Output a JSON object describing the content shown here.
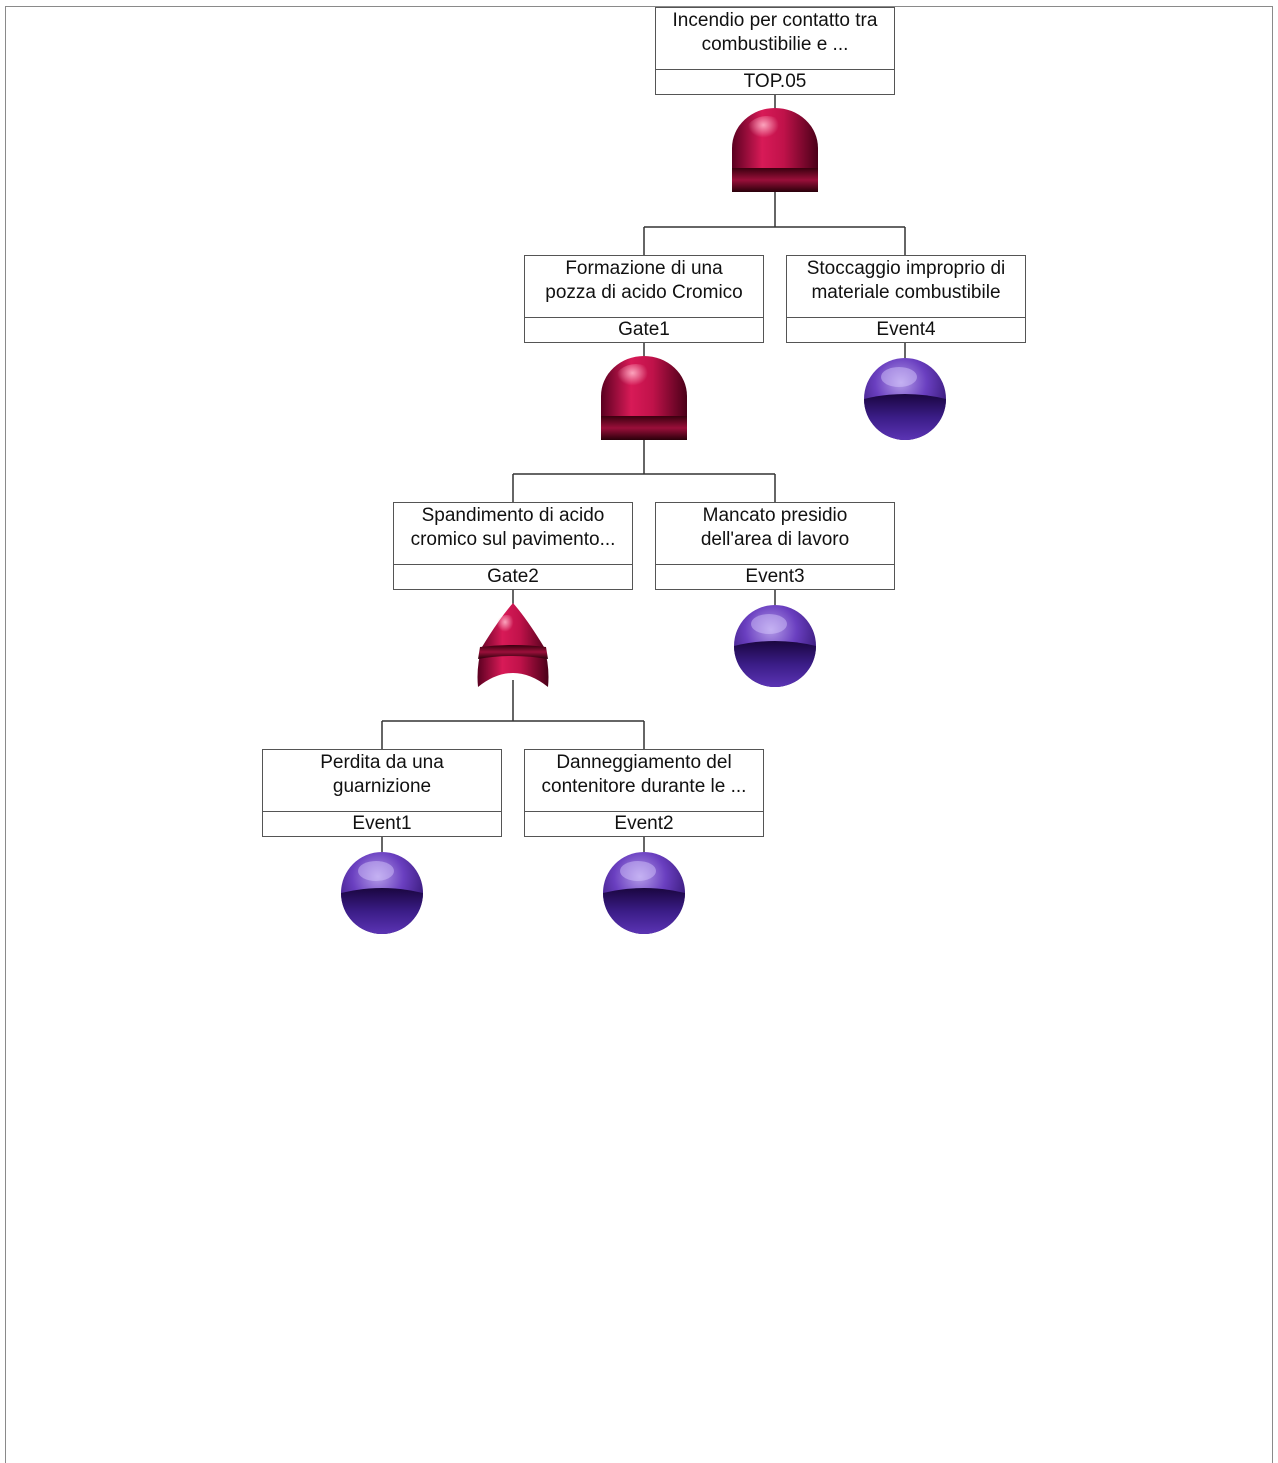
{
  "tree": {
    "nodes": [
      {
        "key": "top",
        "description": "Incendio per contatto tra\ncombustibilie e ...",
        "id_label": "TOP.05"
      },
      {
        "key": "gate1",
        "description": "Formazione di una\npozza di acido Cromico",
        "id_label": "Gate1"
      },
      {
        "key": "event4",
        "description": "Stoccaggio improprio di\nmateriale combustibile",
        "id_label": "Event4"
      },
      {
        "key": "gate2",
        "description": "Spandimento di acido\ncromico sul pavimento...",
        "id_label": "Gate2"
      },
      {
        "key": "event3",
        "description": "Mancato presidio\ndell'area di lavoro",
        "id_label": "Event3"
      },
      {
        "key": "event1",
        "description": "Perdita da una\nguarnizione",
        "id_label": "Event1"
      },
      {
        "key": "event2",
        "description": "Danneggiamento del\ncontenitore durante le ...",
        "id_label": "Event2"
      }
    ],
    "gates": [
      {
        "key": "top",
        "type": "AND"
      },
      {
        "key": "gate1",
        "type": "AND"
      },
      {
        "key": "gate2",
        "type": "OR"
      }
    ],
    "basic_events": [
      "event4",
      "event3",
      "event1",
      "event2"
    ]
  },
  "colors": {
    "gate": "#c0124a",
    "event": "#4a2a8f",
    "line": "#333333"
  }
}
